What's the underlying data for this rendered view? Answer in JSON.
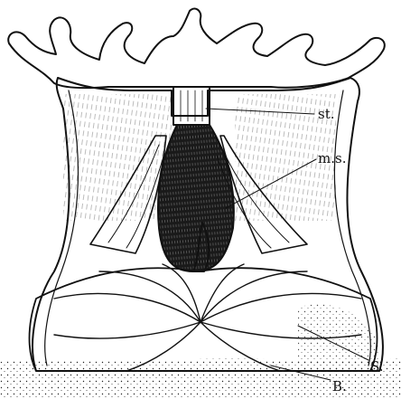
{
  "figure": {
    "labels": {
      "st": "st.",
      "ms": "m.s.",
      "s": "S.",
      "b": "B."
    },
    "colors": {
      "ink": "#111111",
      "paper": "#ffffff",
      "cavity": "#1a1a1a"
    }
  }
}
